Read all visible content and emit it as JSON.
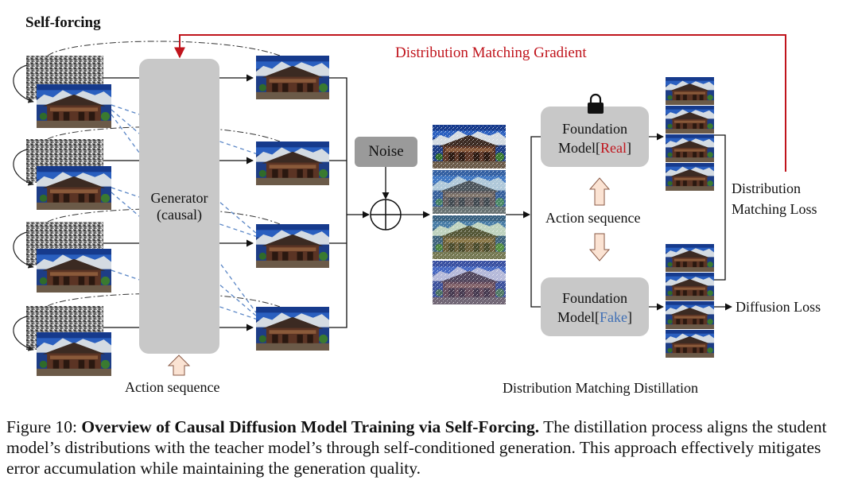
{
  "figure": {
    "section_title": "Self-forcing",
    "generator_label_line1": "Generator",
    "generator_label_line2": "(causal)",
    "action_sequence_left": "Action sequence",
    "noise_label": "Noise",
    "dm_gradient_label": "Distribution Matching Gradient",
    "foundation_real_line1": "Foundation",
    "foundation_real_prefix": "Model[",
    "foundation_real_word": "Real",
    "foundation_real_suffix": "]",
    "foundation_fake_line1": "Foundation",
    "foundation_fake_prefix": "Model[",
    "foundation_fake_word": "Fake",
    "foundation_fake_suffix": "]",
    "action_sequence_right": "Action sequence",
    "dm_loss_line1": "Distribution",
    "dm_loss_line2": "Matching Loss",
    "diffusion_loss": "Diffusion Loss",
    "dmd_label": "Distribution Matching Distillation"
  },
  "caption": {
    "prefix": "Figure 10: ",
    "bold": "Overview of Causal Diffusion Model Training via Self-Forcing.",
    "text": " The distillation process aligns the student model’s distributions with the teacher model’s through self-conditioned generation. This approach effectively mitigates error accumulation while maintaining the generation quality."
  },
  "colors": {
    "gradient_red": "#c0141c",
    "fake_blue": "#3f6fb5",
    "box_gray": "#c8c8c8",
    "noise_box": "#9a9a9a",
    "dashed_blue": "#5a86c6",
    "arrow_fill": "#fbe3d3",
    "arrow_stroke": "#8a5a46"
  },
  "icons": [
    "lock-icon",
    "sum-circle-icon",
    "up-arrow-icon",
    "double-arrow-icon"
  ]
}
